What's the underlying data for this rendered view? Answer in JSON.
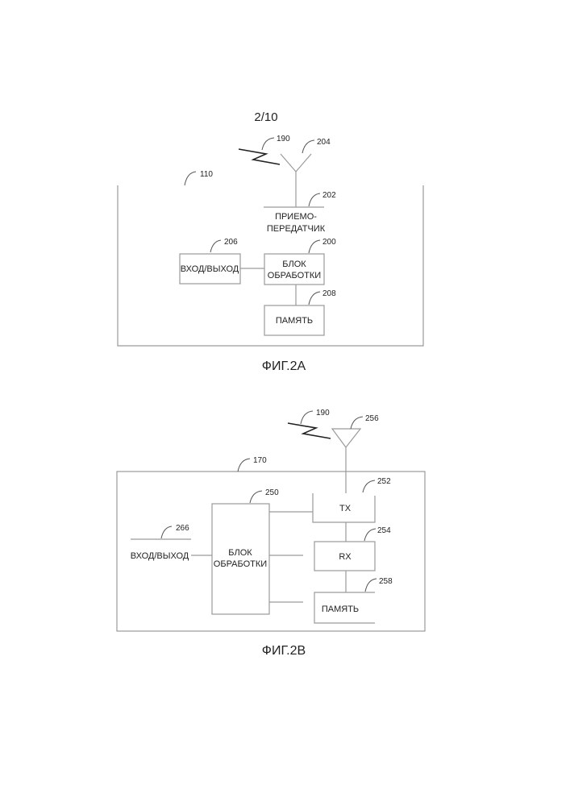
{
  "page_number": "2/10",
  "fig_2a": {
    "caption": "ФИГ.2А",
    "refs": {
      "signal": "190",
      "antenna": "204",
      "device": "110",
      "transceiver": "202",
      "io": "206",
      "processor": "200",
      "memory": "208"
    },
    "labels": {
      "transceiver_line1": "ПРИЕМО-",
      "transceiver_line2": "ПЕРЕДАТЧИК",
      "io": "ВХОД/ВЫХОД",
      "processor_line1": "БЛОК",
      "processor_line2": "ОБРАБОТКИ",
      "memory": "ПАМЯТЬ"
    }
  },
  "fig_2b": {
    "caption": "ФИГ.2В",
    "refs": {
      "signal": "190",
      "antenna": "256",
      "device": "170",
      "tx": "252",
      "rx": "254",
      "processor": "250",
      "memory": "258",
      "io": "266"
    },
    "labels": {
      "tx": "TX",
      "rx": "RX",
      "io": "ВХОД/ВЫХОД",
      "processor_line1": "БЛОК",
      "processor_line2": "ОБРАБОТКИ",
      "memory": "ПАМЯТЬ"
    }
  }
}
